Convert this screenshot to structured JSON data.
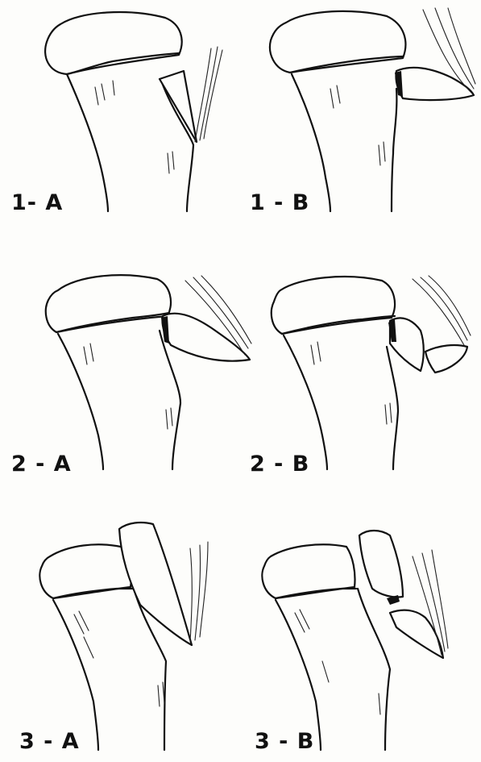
{
  "panels": [
    {
      "id": "1A",
      "label": "1- A"
    },
    {
      "id": "1B",
      "label": "1 - B"
    },
    {
      "id": "2A",
      "label": "2 - A"
    },
    {
      "id": "2B",
      "label": "2 - B"
    },
    {
      "id": "3A",
      "label": "3 - A"
    },
    {
      "id": "3B",
      "label": "3 - B"
    }
  ]
}
